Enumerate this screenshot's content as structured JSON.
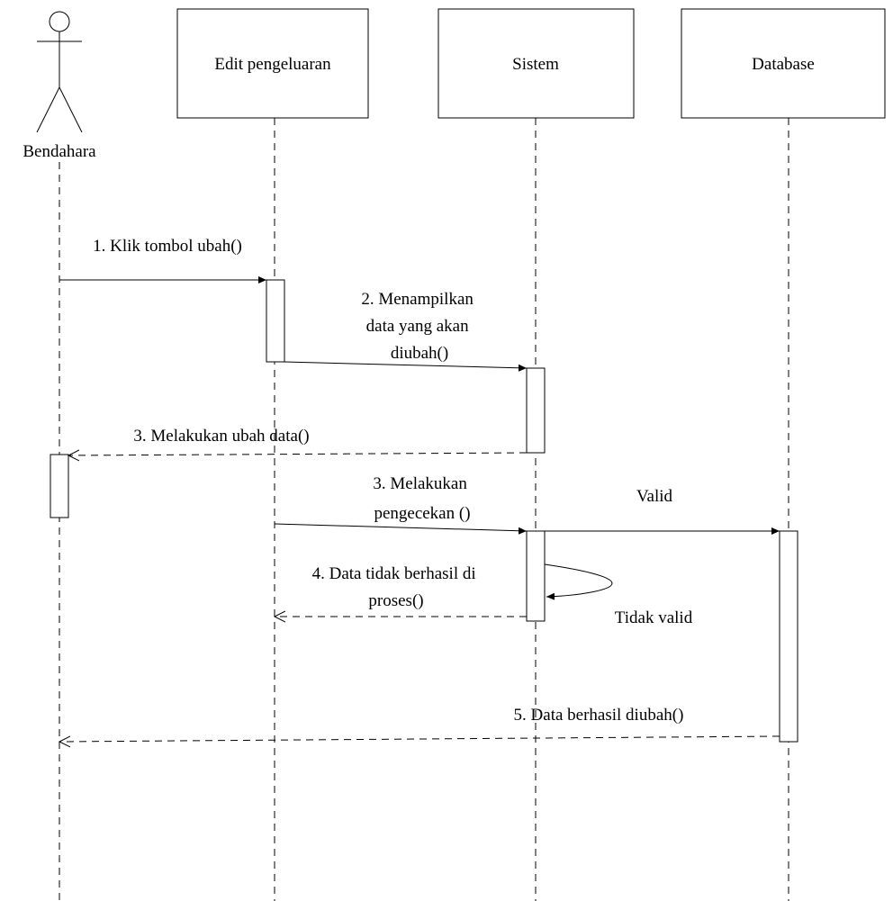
{
  "actor": {
    "name": "Bendahara"
  },
  "lifelines": [
    {
      "id": "edit",
      "name": "Edit pengeluaran"
    },
    {
      "id": "sistem",
      "name": "Sistem"
    },
    {
      "id": "database",
      "name": "Database"
    }
  ],
  "messages": [
    {
      "id": "m1",
      "lines": [
        "1. Klik tombol ubah()"
      ]
    },
    {
      "id": "m2",
      "lines": [
        "2. Menampilkan",
        "data yang akan",
        "diubah()"
      ]
    },
    {
      "id": "m3",
      "lines": [
        "3. Melakukan ubah data()"
      ]
    },
    {
      "id": "m4",
      "lines": [
        "3. Melakukan",
        "pengecekan ()"
      ]
    },
    {
      "id": "m5",
      "lines": [
        "Valid"
      ]
    },
    {
      "id": "m6",
      "lines": [
        "Tidak valid"
      ]
    },
    {
      "id": "m7",
      "lines": [
        "4. Data tidak berhasil di",
        "proses()"
      ]
    },
    {
      "id": "m8",
      "lines": [
        "5. Data berhasil diubah()"
      ]
    }
  ]
}
